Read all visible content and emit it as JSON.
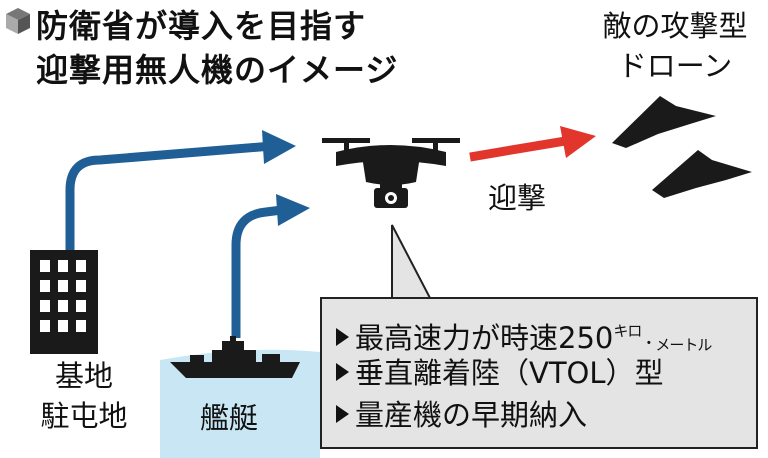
{
  "title": {
    "line1": "防衛省が導入を目指す",
    "line2": "迎撃用無人機のイメージ"
  },
  "enemy_label": {
    "line1": "敵の攻撃型",
    "line2": "ドローン"
  },
  "intercept_label": "迎撃",
  "base_label": {
    "line1": "基地",
    "line2": "駐屯地"
  },
  "ship_label": "艦艇",
  "features": {
    "item1": "最高速力が時速250",
    "item1_unit_a": "キロ",
    "item1_unit_b": "メートル",
    "item2": "垂直離着陸（VTOL）型",
    "item3": "量産機の早期納入"
  },
  "colors": {
    "blue_arrow": "#1f5f96",
    "red_arrow": "#e2352b",
    "sea": "#c9e6f4",
    "ground": "#f3e9c3",
    "box": "#e4e4e4"
  },
  "icons": [
    "cube-icon",
    "building-icon",
    "warship-icon",
    "drone-icon",
    "attack-drone-icon"
  ]
}
